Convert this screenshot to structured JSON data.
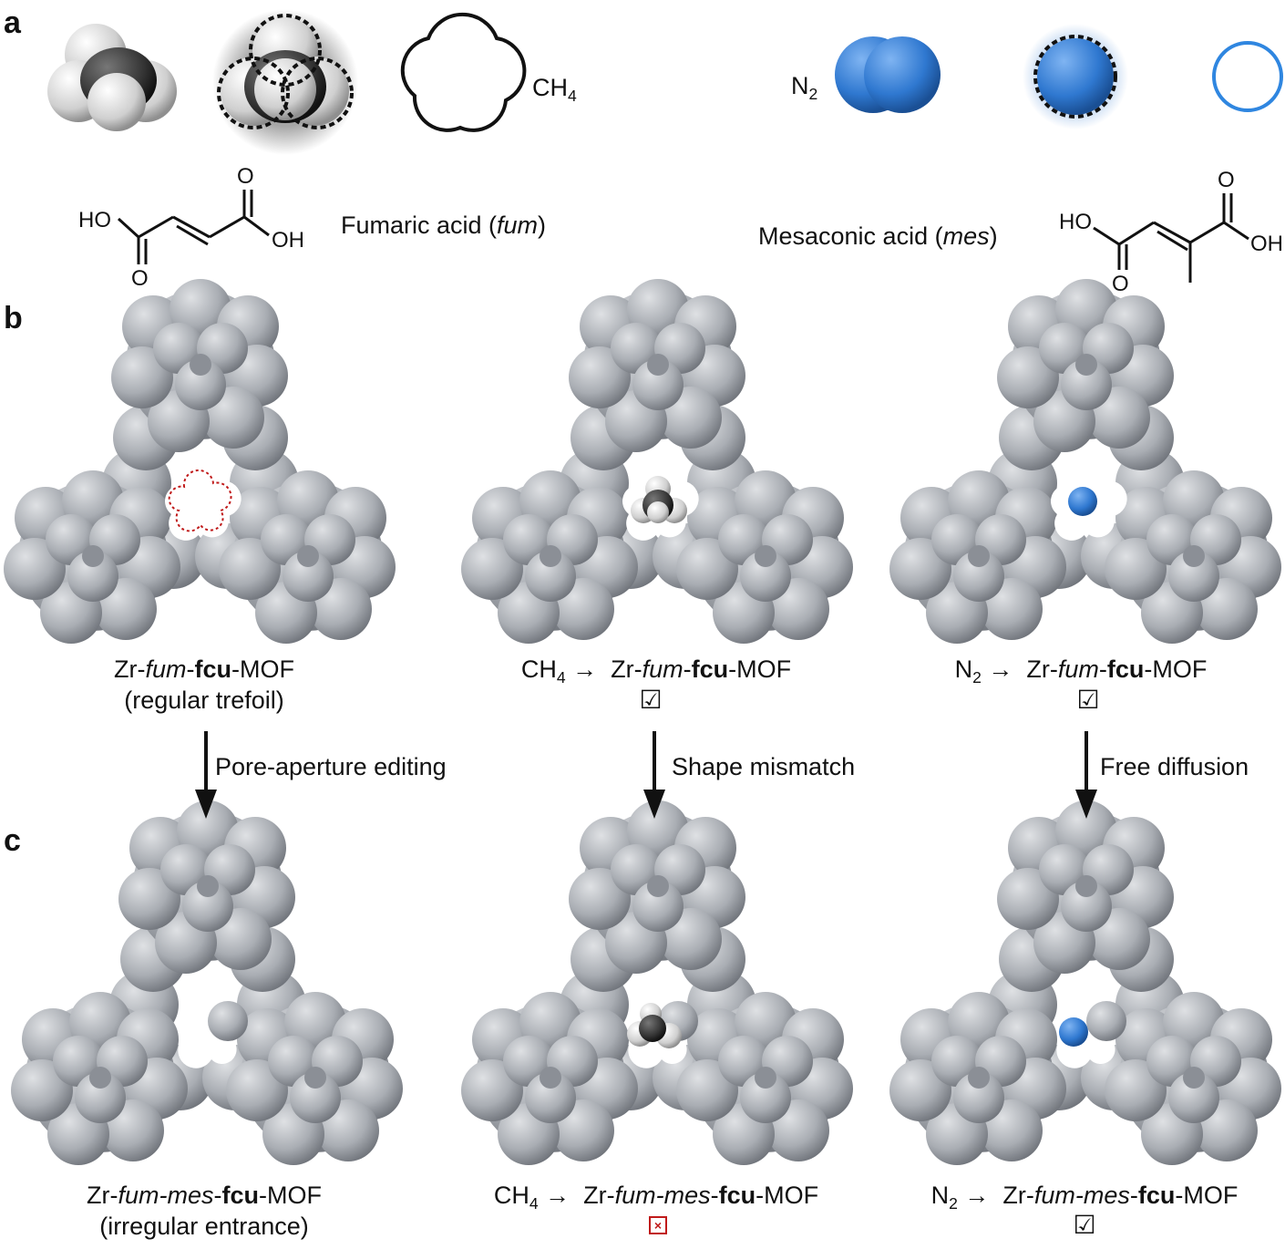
{
  "panels": {
    "a": "a",
    "b": "b",
    "c": "c"
  },
  "panel_a": {
    "ch4": "CH",
    "ch4_sub": "4",
    "n2": "N",
    "n2_sub": "2",
    "fumaric": {
      "prefix": "Fumaric acid (",
      "abbr": "fum",
      "suffix": ")"
    },
    "mesaconic": {
      "prefix": "Mesaconic acid (",
      "abbr": "mes",
      "suffix": ")"
    },
    "struct_labels": {
      "ho": "HO",
      "oh": "OH",
      "o": "O"
    }
  },
  "panel_b": {
    "col1": {
      "line1_a": "Zr-",
      "line1_b": "fum",
      "line1_c": "-",
      "line1_d": "fcu",
      "line1_e": "-MOF",
      "line2": "(regular trefoil)"
    },
    "col2": {
      "gas": "CH",
      "gas_sub": "4",
      "arrow": "→",
      "m_a": "Zr-",
      "m_b": "fum",
      "m_c": "-",
      "m_d": "fcu",
      "m_e": "-MOF",
      "mark": "☑"
    },
    "col3": {
      "gas": "N",
      "gas_sub": "2",
      "arrow": "→",
      "m_a": "Zr-",
      "m_b": "fum",
      "m_c": "-",
      "m_d": "fcu",
      "m_e": "-MOF",
      "mark": "☑"
    }
  },
  "arrows": {
    "left": "Pore-aperture editing",
    "mid": "Shape mismatch",
    "right": "Free diffusion"
  },
  "panel_c": {
    "col1": {
      "a": "Zr-",
      "b": "fum-mes",
      "c": "-",
      "d": "fcu",
      "e": "-MOF",
      "line2": "(irregular entrance)"
    },
    "col2": {
      "gas": "CH",
      "gas_sub": "4",
      "arrow": "→",
      "a": "Zr-",
      "b": "fum-mes",
      "c": "-",
      "d": "fcu",
      "e": "-MOF",
      "mark": "×"
    },
    "col3": {
      "gas": "N",
      "gas_sub": "2",
      "arrow": "→",
      "a": "Zr-",
      "b": "fum-mes",
      "c": "-",
      "d": "fcu",
      "e": "-MOF",
      "mark": "☑"
    }
  },
  "colors": {
    "mof": "#a9adb3",
    "mof_dark": "#7e8288",
    "n2": "#2f78d0",
    "outline_blue": "#2f86e0",
    "dash_red": "#c01a1a"
  }
}
